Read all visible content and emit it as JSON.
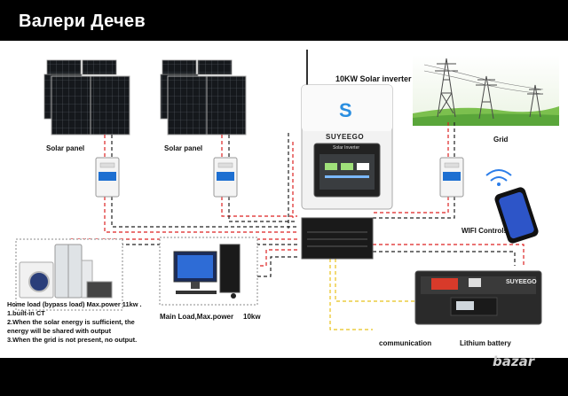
{
  "header": {
    "title": "Валери Дечев"
  },
  "labels": {
    "inverter": "10KW Solar inverter",
    "solar_panel_1": "Solar panel",
    "solar_panel_2": "Solar panel",
    "grid": "Grid",
    "wifi": "WIFI Controls",
    "communication": "communication",
    "battery": "Lithium battery",
    "main_load": "Main Load,Max.power",
    "main_load_power": "10kw",
    "home_load": "Home load  (bypass load)  Max.power 11kw ."
  },
  "notes": [
    "1.built-in CT",
    "2.When the solar energy is sufficient,  the",
    "energy will be shared with output",
    "3.When the grid is not present,  no output."
  ],
  "inverter": {
    "brand": "SUYEEGO",
    "logo_letter": "S",
    "screen_title": "Solar Inverter"
  },
  "battery": {
    "brand": "SUYEEGO"
  },
  "watermark": "bazar"
}
